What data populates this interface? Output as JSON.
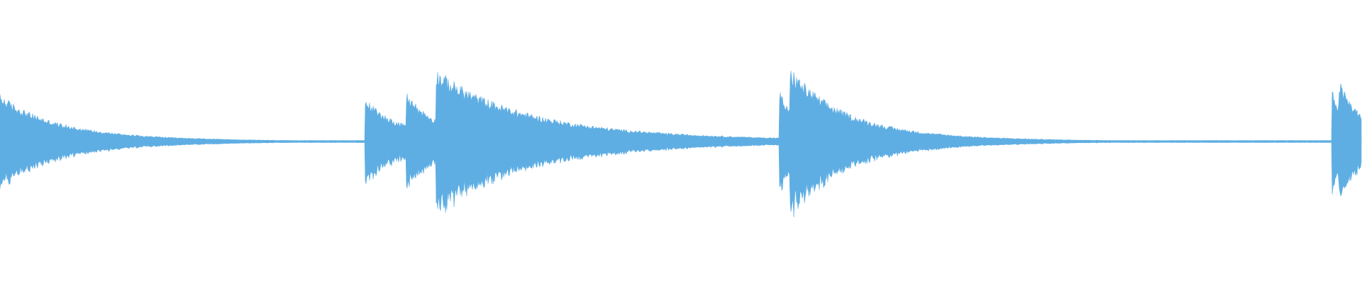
{
  "waveform": {
    "color": "#5faee3",
    "baseline_amplitude": 0.012,
    "bursts": [
      {
        "name": "burst-1",
        "start": 0.0,
        "attack_peak": 0.52,
        "decay": 0.03,
        "tone": 0.55
      },
      {
        "name": "burst-2",
        "start": 0.268,
        "attack_peak": 0.48,
        "decay": 0.02,
        "tone": 0.55
      },
      {
        "name": "burst-3",
        "start": 0.298,
        "attack_peak": 0.55,
        "decay": 0.018,
        "tone": 0.55
      },
      {
        "name": "burst-4",
        "start": 0.32,
        "attack_peak": 0.8,
        "decay": 0.055,
        "tone": 0.35
      },
      {
        "name": "burst-5",
        "start": 0.572,
        "attack_peak": 0.58,
        "decay": 0.01,
        "tone": 0.55
      },
      {
        "name": "burst-6",
        "start": 0.58,
        "attack_peak": 0.82,
        "decay": 0.035,
        "tone": 0.3
      },
      {
        "name": "burst-7",
        "start": 0.978,
        "attack_peak": 0.56,
        "decay": 0.01,
        "tone": 0.55
      },
      {
        "name": "burst-8",
        "start": 0.983,
        "attack_peak": 0.68,
        "decay": 0.015,
        "tone": 0.4
      }
    ]
  }
}
